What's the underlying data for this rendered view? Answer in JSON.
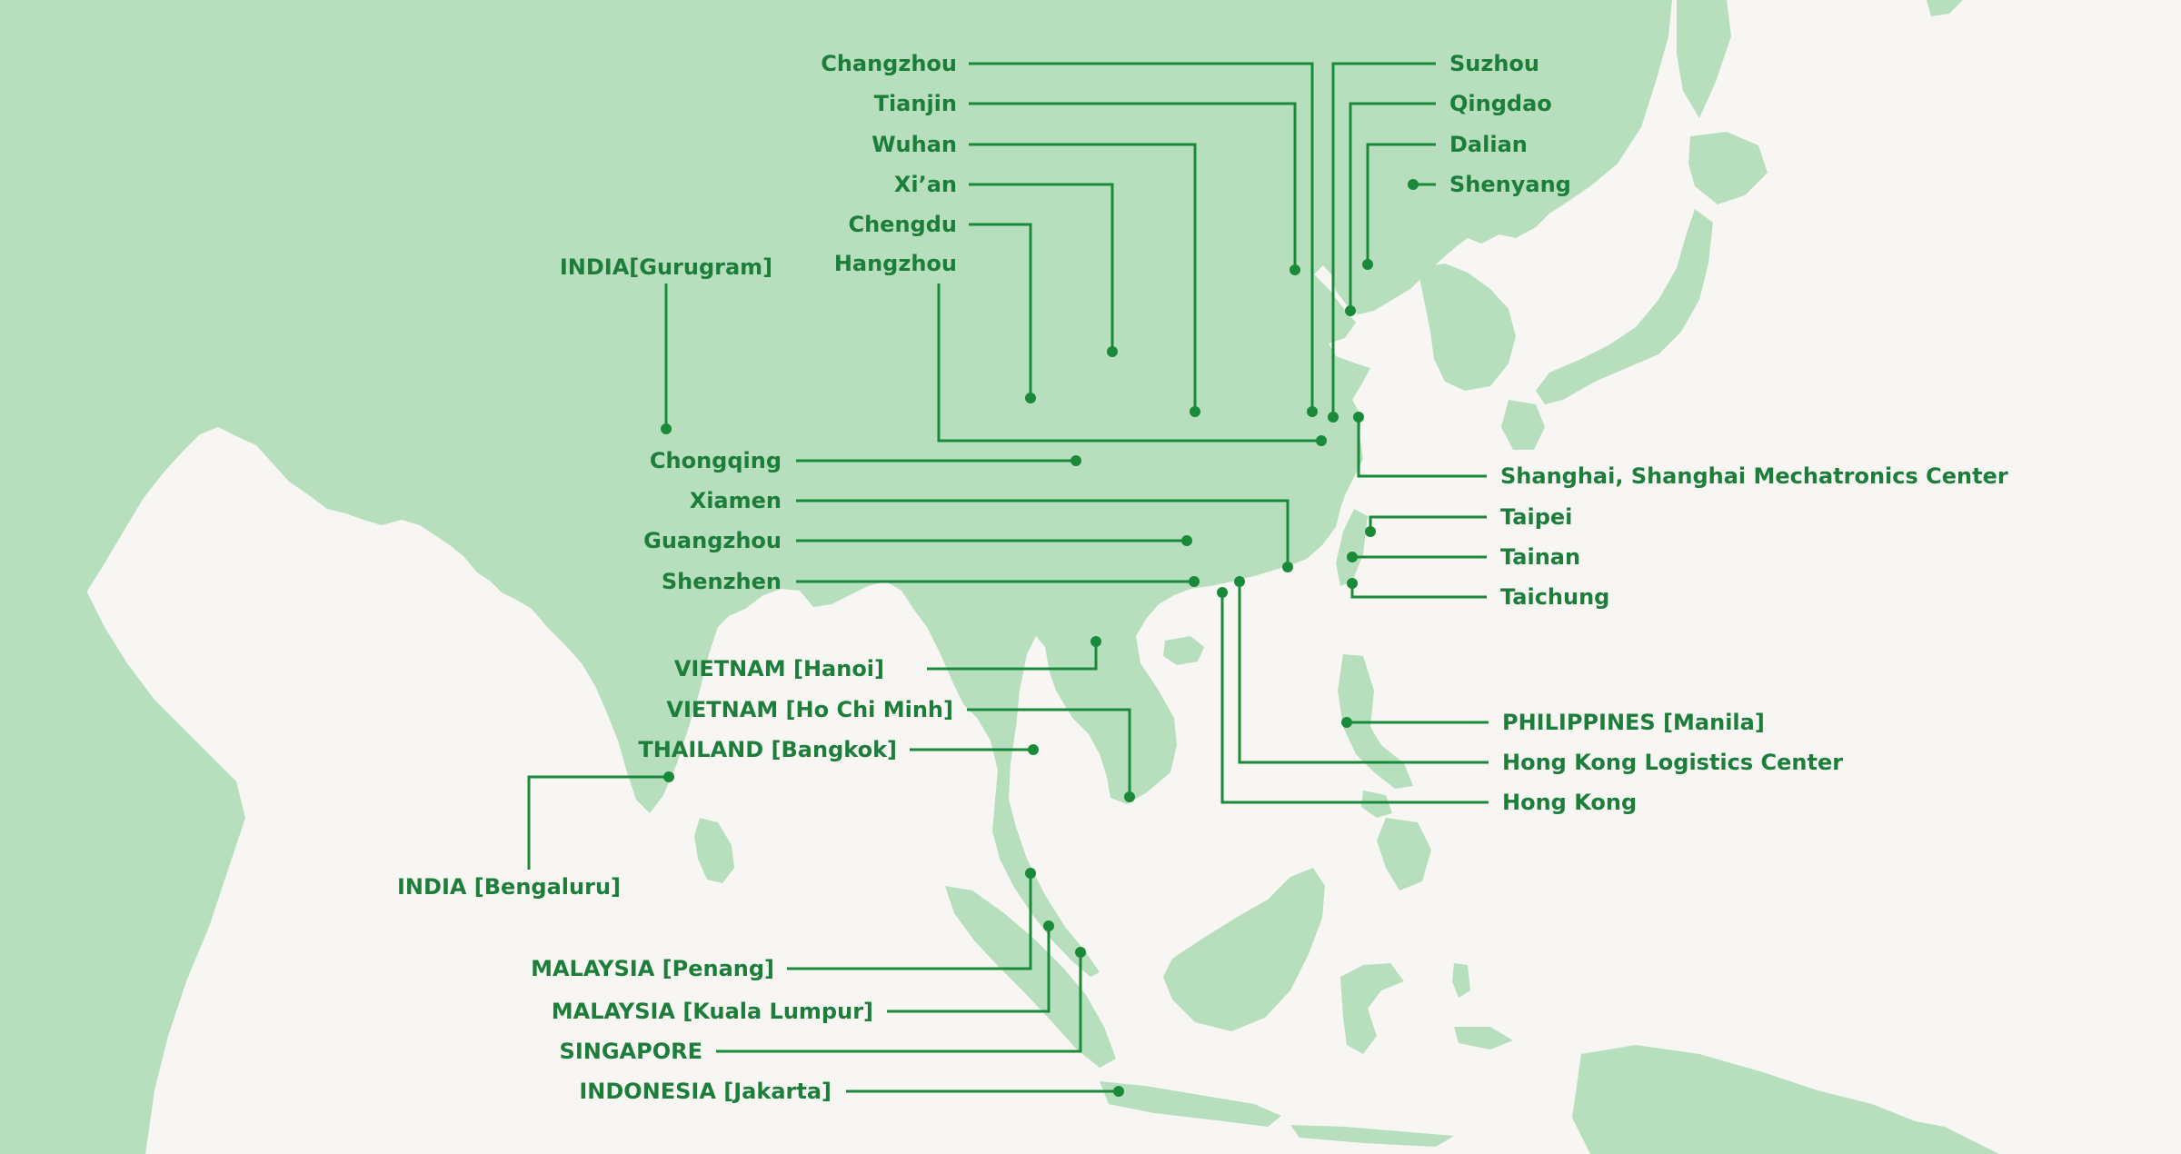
{
  "colors": {
    "sea": "#f7f6f3",
    "land": "#b7dfbe",
    "line": "#1a8a3a",
    "label": "#1d7d3a"
  },
  "locations": [
    {
      "id": "changzhou",
      "label": "Changzhou"
    },
    {
      "id": "tianjin",
      "label": "Tianjin"
    },
    {
      "id": "wuhan",
      "label": "Wuhan"
    },
    {
      "id": "xian",
      "label": "Xi’an"
    },
    {
      "id": "chengdu",
      "label": "Chengdu"
    },
    {
      "id": "hangzhou",
      "label": "Hangzhou"
    },
    {
      "id": "india-gurugram",
      "label": "INDIA[Gurugram]"
    },
    {
      "id": "suzhou",
      "label": "Suzhou"
    },
    {
      "id": "qingdao",
      "label": "Qingdao"
    },
    {
      "id": "dalian",
      "label": "Dalian"
    },
    {
      "id": "shenyang",
      "label": "Shenyang"
    },
    {
      "id": "chongqing",
      "label": "Chongqing"
    },
    {
      "id": "xiamen",
      "label": "Xiamen"
    },
    {
      "id": "guangzhou",
      "label": "Guangzhou"
    },
    {
      "id": "shenzhen",
      "label": "Shenzhen"
    },
    {
      "id": "shanghai",
      "label": "Shanghai, Shanghai Mechatronics Center"
    },
    {
      "id": "taipei",
      "label": "Taipei"
    },
    {
      "id": "tainan",
      "label": "Tainan"
    },
    {
      "id": "taichung",
      "label": "Taichung"
    },
    {
      "id": "vietnam-hanoi",
      "label": "VIETNAM [Hanoi]"
    },
    {
      "id": "vietnam-hochiminh",
      "label": "VIETNAM [Ho Chi Minh]"
    },
    {
      "id": "thailand-bangkok",
      "label": "THAILAND [Bangkok]"
    },
    {
      "id": "india-bengaluru",
      "label": "INDIA [Bengaluru]"
    },
    {
      "id": "philippines-manila",
      "label": "PHILIPPINES [Manila]"
    },
    {
      "id": "hongkong-logistics",
      "label": "Hong Kong Logistics Center"
    },
    {
      "id": "hongkong",
      "label": "Hong Kong"
    },
    {
      "id": "malaysia-penang",
      "label": "MALAYSIA [Penang]"
    },
    {
      "id": "malaysia-kl",
      "label": "MALAYSIA [Kuala Lumpur]"
    },
    {
      "id": "singapore",
      "label": "SINGAPORE"
    },
    {
      "id": "indonesia-jakarta",
      "label": "INDONESIA [Jakarta]"
    }
  ]
}
